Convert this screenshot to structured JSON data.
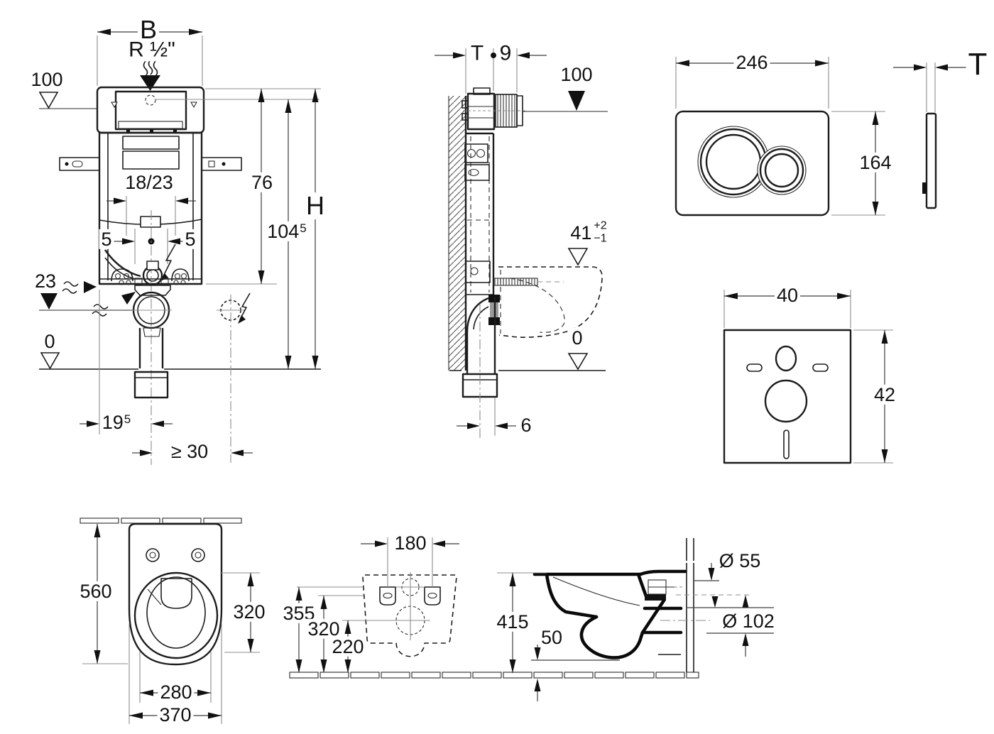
{
  "drawing": {
    "front_view": {
      "width": "B",
      "supply_thread": "R ½\"",
      "level_top": "100",
      "anchor_spacing": "18/23",
      "offset_left": "5",
      "offset_right": "5",
      "frame_height": "76",
      "supply_height": "104",
      "supply_height_sup": "5",
      "total_height": "H",
      "level_outlet": "23",
      "level_floor": "0",
      "outlet_offset": "19",
      "outlet_offset_sup": "5",
      "conduit_distance": "≥ 30"
    },
    "side_view": {
      "wall_thickness": "T",
      "depth": "9",
      "level_top": "100",
      "bowl_height": "41",
      "bowl_tol_plus": "+2",
      "bowl_tol_minus": "−1",
      "level_floor": "0",
      "outlet_distance": "6"
    },
    "flush_plate": {
      "width": "246",
      "height": "164",
      "thickness": "T"
    },
    "insulation_mat": {
      "width": "40",
      "height": "42"
    },
    "wc_top_view": {
      "length": "560",
      "bowl_length": "320",
      "bowl_width": "280",
      "width": "370"
    },
    "wc_rear_view": {
      "hole_spacing": "180",
      "h1": "355",
      "h2": "320",
      "h3": "220"
    },
    "wc_side_view": {
      "height": "415",
      "clearance": "50",
      "inlet_diameter": "Ø 55",
      "outlet_diameter": "Ø 102"
    }
  }
}
